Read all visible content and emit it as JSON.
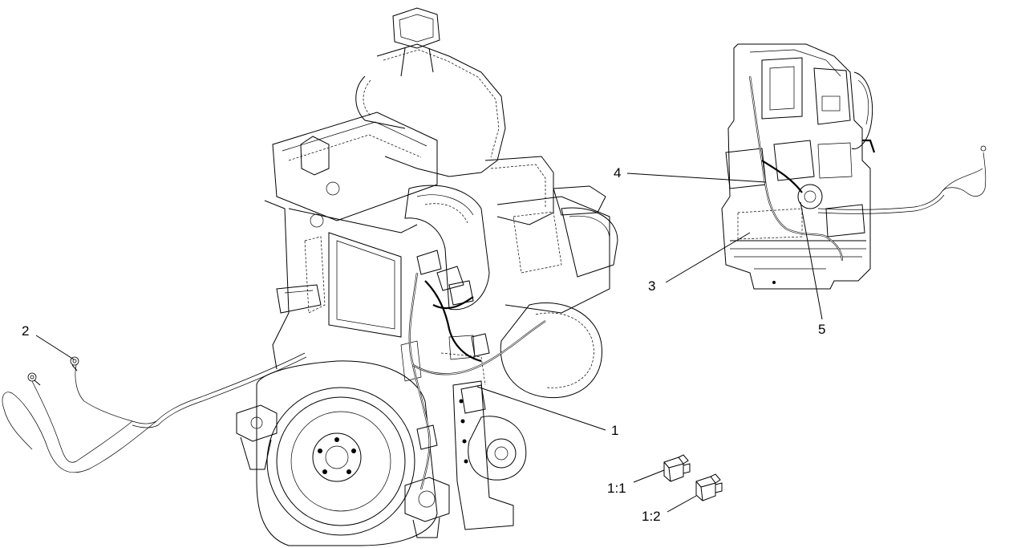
{
  "figure": {
    "callouts": [
      {
        "id": "1",
        "label": "1"
      },
      {
        "id": "2",
        "label": "2"
      },
      {
        "id": "3",
        "label": "3"
      },
      {
        "id": "4",
        "label": "4"
      },
      {
        "id": "5",
        "label": "5"
      },
      {
        "id": "1-1",
        "label": "1:1"
      },
      {
        "id": "1-2",
        "label": "1:2"
      }
    ],
    "parts": [
      "engine-iso-view",
      "engine-side-view",
      "ground-cable",
      "wiring-harness",
      "connector-1-1",
      "connector-1-2"
    ]
  }
}
